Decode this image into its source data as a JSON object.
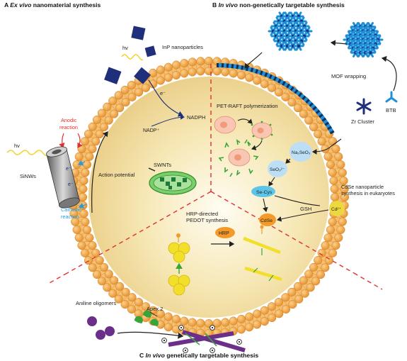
{
  "panels": {
    "a": {
      "letter": "A",
      "italic": "Ex vivo",
      "rest": " nanomaterial synthesis"
    },
    "b": {
      "letter": "B",
      "italic": "In vivo",
      "rest": " non-genetically targetable synthesis"
    },
    "c": {
      "letter": "C",
      "italic": "In vivo",
      "rest": " genetically targetable synthesis"
    }
  },
  "labels": {
    "hv_top": "hv",
    "inp": "InP nanoparticles",
    "e_minus": "e⁻",
    "nadph": "NADPH",
    "nadp": "NADP⁺",
    "anodic1": "Anodic",
    "anodic2": "reaction",
    "hv_left": "hv",
    "sinws": "SiNWs",
    "cathodic1": "Cathodic",
    "cathodic2": "reaction",
    "action_potential": "Action potential",
    "swnts": "SWNTs",
    "pet_raft": "PET-RAFT polymerization",
    "mof": "MOF wrapping",
    "btb": "BTB",
    "zr": "Zr Cluster",
    "na2seo3": "Na₂SeO₃",
    "seo3": "SeO₃²⁻",
    "secys": "Se-Cys",
    "gsh": "GSH",
    "cdse": "CdSe",
    "cd": "Cd²⁺",
    "cdse_syn1": "CdSe nanoparticle",
    "cdse_syn2": "synthesis in eukaryotes",
    "hrp_dir1": "HRP-directed",
    "hrp_dir2": "PEDOT synthesis",
    "hrp": "HRP",
    "aniline": "Aniline oligomers",
    "apex": "Apex 2"
  },
  "colors": {
    "membrane": "#f0a64b",
    "membrane_dark": "#d9862b",
    "cytoplasm": "#f3e1a6",
    "arrow_red": "#e0312f",
    "arrow_blue": "#2a9bd6",
    "navy": "#1f2f7a",
    "mof_blue": "#1e90d8",
    "purple": "#6b2f8a",
    "green": "#3aa43a",
    "yellow": "#f2df2a"
  }
}
